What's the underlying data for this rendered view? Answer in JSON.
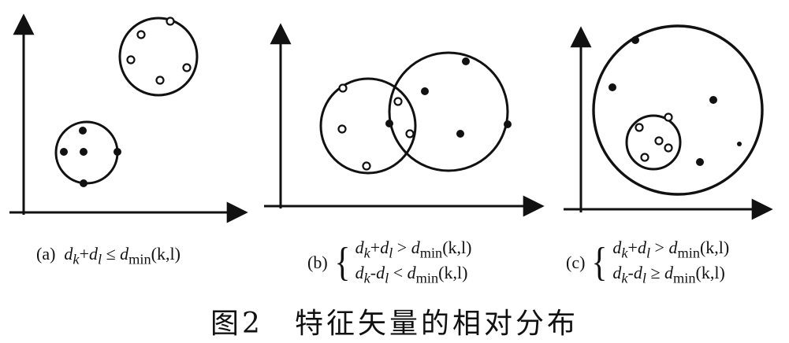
{
  "panels": [
    {
      "tag": "(a)",
      "cond1": {
        "a": "d",
        "as": "k",
        "op1": "+",
        "b": "d",
        "bs": "l",
        "rel": "≤",
        "c": "d",
        "cs": "min",
        "arg": "(k,l)"
      }
    },
    {
      "tag": "(b)",
      "cond1": {
        "a": "d",
        "as": "k",
        "op1": "+",
        "b": "d",
        "bs": "l",
        "rel": ">",
        "c": "d",
        "cs": "min",
        "arg": "(k,l)"
      },
      "cond2": {
        "a": "d",
        "as": "k",
        "op1": "-",
        "b": "d",
        "bs": "l",
        "rel": "<",
        "c": "d",
        "cs": "min",
        "arg": "(k,l)"
      }
    },
    {
      "tag": "(c)",
      "cond1": {
        "a": "d",
        "as": "k",
        "op1": "+",
        "b": "d",
        "bs": "l",
        "rel": ">",
        "c": "d",
        "cs": "min",
        "arg": "(k,l)"
      },
      "cond2": {
        "a": "d",
        "as": "k",
        "op1": "-",
        "b": "d",
        "bs": "l",
        "rel": "≥",
        "c": "d",
        "cs": "min",
        "arg": "(k,l)"
      }
    }
  ],
  "caption": "图2　特征矢量的相对分布",
  "colors": {
    "ink": "#111111",
    "background": "#ffffff"
  }
}
